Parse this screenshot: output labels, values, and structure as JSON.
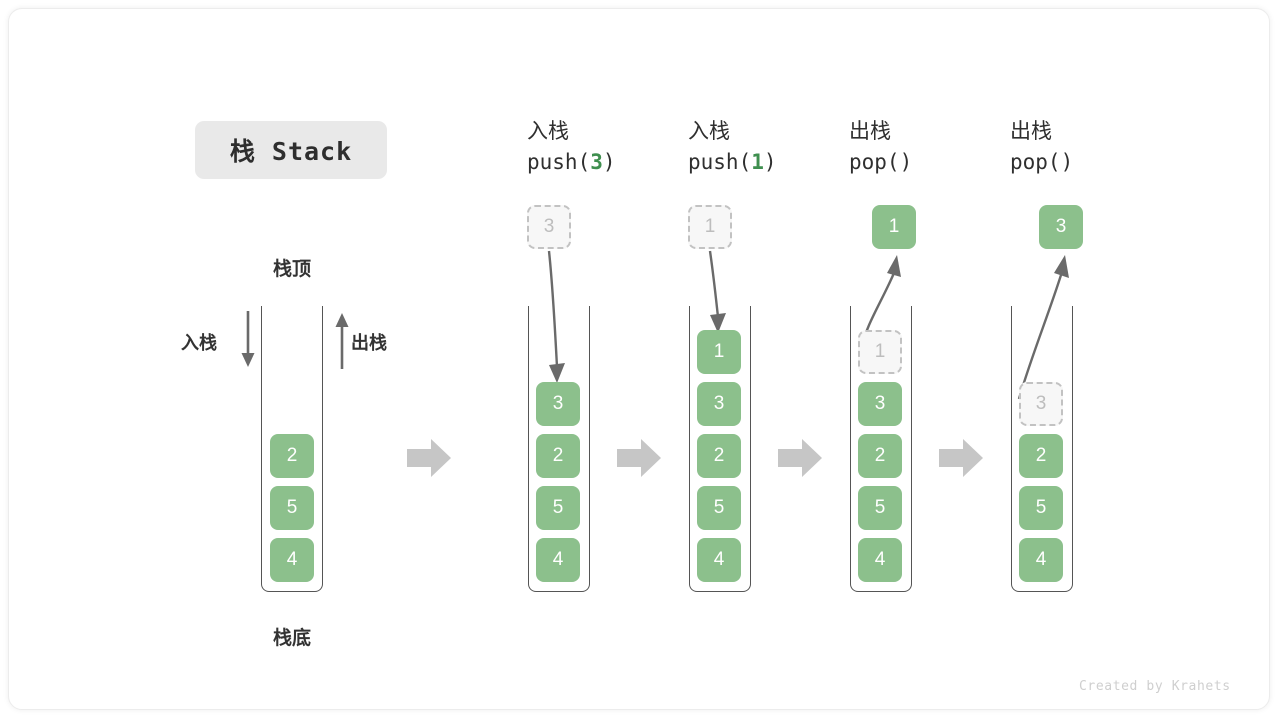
{
  "diagram": {
    "title_chip": "栈 Stack",
    "footer": "Created by Krahets",
    "colors": {
      "cell": "#8cc08c",
      "ghost_text": "#bdbdbd",
      "accent": "#3f8f4f",
      "wall": "#555555",
      "arrow": "#b7b7b7"
    }
  },
  "base_stack": {
    "top_label": "栈顶",
    "bottom_label": "栈底",
    "push_label": "入栈",
    "pop_label": "出栈",
    "cells": [
      "2",
      "5",
      "4"
    ]
  },
  "steps": [
    {
      "op_cn": "入栈",
      "code_pre": "push(",
      "code_arg": "3",
      "code_post": ")",
      "float_value": "3",
      "float_kind": "ghost",
      "cells": [
        {
          "value": "3",
          "kind": "solid"
        },
        {
          "value": "2",
          "kind": "solid"
        },
        {
          "value": "5",
          "kind": "solid"
        },
        {
          "value": "4",
          "kind": "solid"
        }
      ]
    },
    {
      "op_cn": "入栈",
      "code_pre": "push(",
      "code_arg": "1",
      "code_post": ")",
      "float_value": "1",
      "float_kind": "ghost",
      "cells": [
        {
          "value": "1",
          "kind": "solid"
        },
        {
          "value": "3",
          "kind": "solid"
        },
        {
          "value": "2",
          "kind": "solid"
        },
        {
          "value": "5",
          "kind": "solid"
        },
        {
          "value": "4",
          "kind": "solid"
        }
      ]
    },
    {
      "op_cn": "出栈",
      "code_pre": "pop(",
      "code_arg": "",
      "code_post": ")",
      "float_value": "1",
      "float_kind": "solid",
      "cells": [
        {
          "value": "1",
          "kind": "ghost"
        },
        {
          "value": "3",
          "kind": "solid"
        },
        {
          "value": "2",
          "kind": "solid"
        },
        {
          "value": "5",
          "kind": "solid"
        },
        {
          "value": "4",
          "kind": "solid"
        }
      ]
    },
    {
      "op_cn": "出栈",
      "code_pre": "pop(",
      "code_arg": "",
      "code_post": ")",
      "float_value": "3",
      "float_kind": "solid",
      "cells": [
        {
          "value": "3",
          "kind": "ghost"
        },
        {
          "value": "2",
          "kind": "solid"
        },
        {
          "value": "5",
          "kind": "solid"
        },
        {
          "value": "4",
          "kind": "solid"
        }
      ]
    }
  ]
}
